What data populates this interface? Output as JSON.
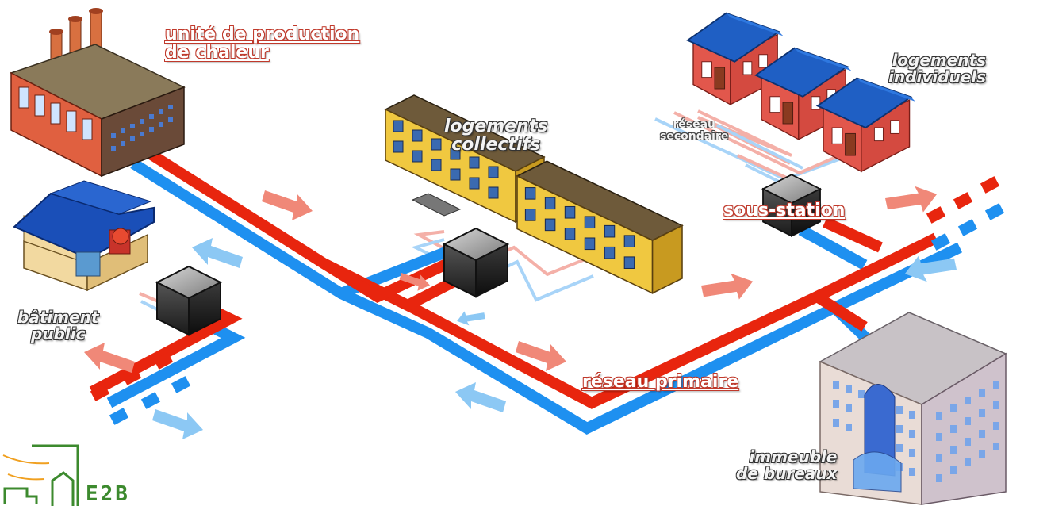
{
  "labels": {
    "production_line1": "unité de production",
    "production_line2": "de chaleur",
    "collectifs_line1": "logements",
    "collectifs_line2": "collectifs",
    "individuels_line1": "logements",
    "individuels_line2": "individuels",
    "secondaire_line1": "réseau",
    "secondaire_line2": "secondaire",
    "sous_station": "sous-station",
    "public_line1": "bâtiment",
    "public_line2": "public",
    "primaire": "réseau primaire",
    "bureaux_line1": "immeuble",
    "bureaux_line2": "de bureaux"
  },
  "logo": {
    "text": "E2B"
  },
  "colors": {
    "hot_pipe": "#e8250e",
    "cold_pipe": "#1e90f0",
    "hot_arrow": "#f08878",
    "cold_arrow": "#8cc8f4",
    "logo_green": "#3c8a2e",
    "logo_orange": "#f0a020"
  },
  "icons": [
    "factory-icon",
    "apartment-building-icon",
    "house-icon",
    "public-building-icon",
    "office-tower-icon",
    "substation-cube-icon"
  ]
}
